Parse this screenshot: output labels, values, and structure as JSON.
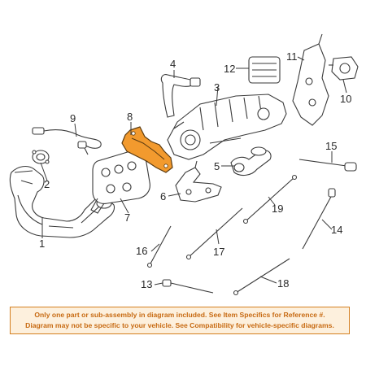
{
  "callouts": [
    {
      "id": "1",
      "label": "1"
    },
    {
      "id": "2",
      "label": "2"
    },
    {
      "id": "3",
      "label": "3"
    },
    {
      "id": "4",
      "label": "4"
    },
    {
      "id": "5",
      "label": "5"
    },
    {
      "id": "6",
      "label": "6"
    },
    {
      "id": "7",
      "label": "7"
    },
    {
      "id": "8",
      "label": "8"
    },
    {
      "id": "9",
      "label": "9"
    },
    {
      "id": "10",
      "label": "10"
    },
    {
      "id": "11",
      "label": "11"
    },
    {
      "id": "12",
      "label": "12"
    },
    {
      "id": "13",
      "label": "13"
    },
    {
      "id": "14",
      "label": "14"
    },
    {
      "id": "15",
      "label": "15"
    },
    {
      "id": "16",
      "label": "16"
    },
    {
      "id": "17",
      "label": "17"
    },
    {
      "id": "18",
      "label": "18"
    },
    {
      "id": "19",
      "label": "19"
    }
  ],
  "highlighted_part": "8",
  "colors": {
    "highlight": "#f29a2e",
    "notice_text": "#c76a12",
    "notice_border": "#d47f1f",
    "notice_bg": "#fdf0dd"
  },
  "notice": {
    "line1": "Only one part or sub-assembly in diagram included. See Item Specifics for Reference #.",
    "line2": "Diagram may not be specific to your vehicle. See Compatibility for vehicle-specific diagrams."
  }
}
